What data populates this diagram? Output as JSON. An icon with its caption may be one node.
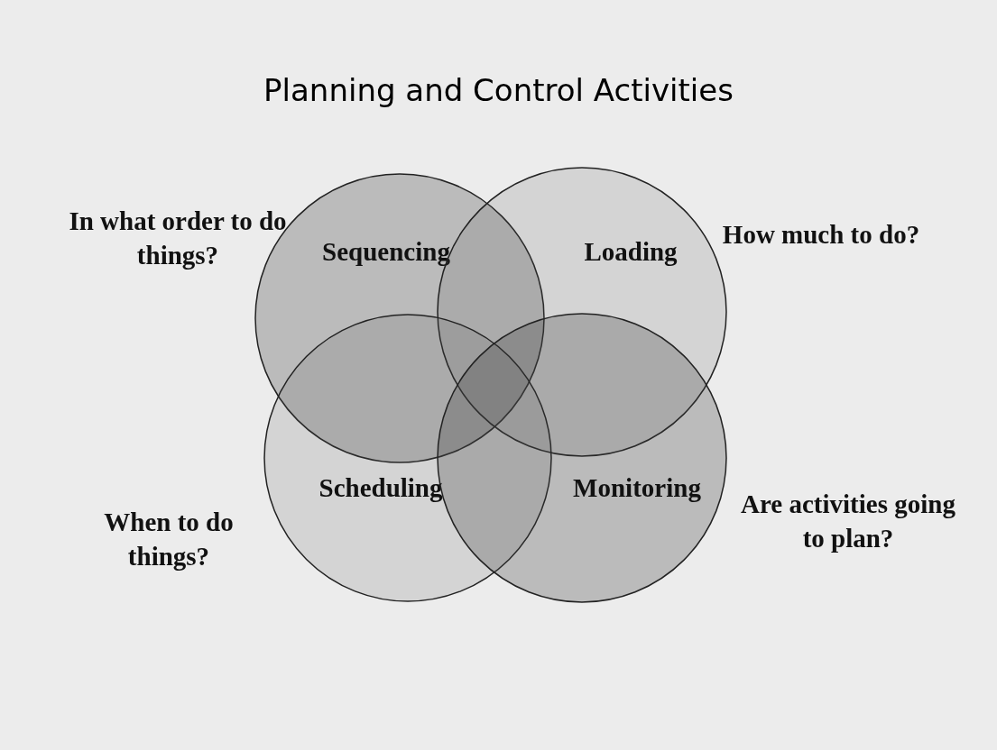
{
  "diagram": {
    "title": "Planning and Control Activities",
    "nodes": [
      {
        "text": [
          "Sequencing"
        ],
        "beside": [
          "In what order to do things?"
        ]
      },
      {
        "text": [
          "Loading"
        ],
        "beside": [
          "How much to do?"
        ]
      },
      {
        "text": [
          "Scheduling"
        ],
        "beside": [
          "When to do things?"
        ]
      },
      {
        "text": [
          "Monitoring"
        ],
        "beside": [
          "Are activities going to plan?"
        ]
      }
    ]
  }
}
